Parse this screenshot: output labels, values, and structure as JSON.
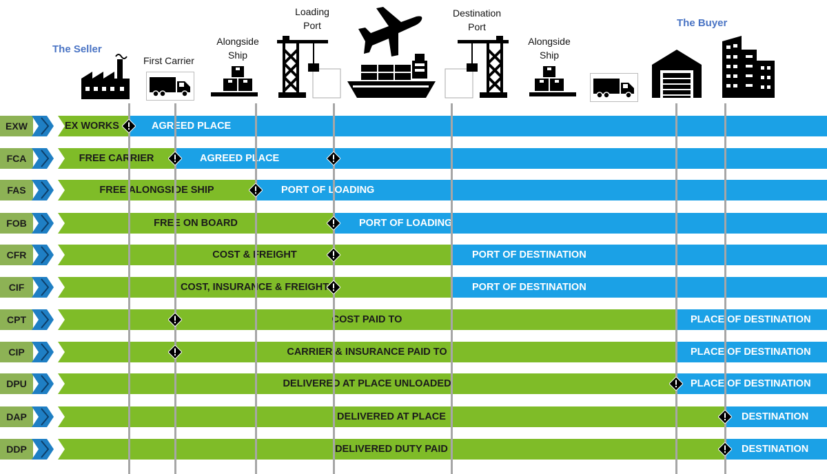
{
  "header": {
    "seller": "The Seller",
    "first_carrier": "First Carrier",
    "alongside_ship_origin": [
      "Alongside",
      "Ship"
    ],
    "loading_port": [
      "Loading",
      "Port"
    ],
    "destination_port": [
      "Destination",
      "Port"
    ],
    "alongside_ship_dest": [
      "Alongside",
      "Ship"
    ],
    "buyer": "The Buyer"
  },
  "icons": [
    "factory-icon",
    "truck-icon",
    "cargo-boxes-icon",
    "port-crane-icon",
    "airplane-icon",
    "cargo-ship-icon",
    "port-crane-icon",
    "cargo-boxes-icon",
    "truck-icon",
    "warehouse-icon",
    "office-building-icon"
  ],
  "colors": {
    "seller_segment": "#7fbc28",
    "buyer_segment": "#1ba1e6",
    "code_box": "#8db255",
    "chevron": "#1f7fc4",
    "party_label": "#4a74c4"
  },
  "rows": [
    {
      "code": "EXW",
      "green": "EX WORKS",
      "blue": "AGREED PLACE"
    },
    {
      "code": "FCA",
      "green": "FREE CARRIER",
      "blue": "AGREED PLACE"
    },
    {
      "code": "FAS",
      "green": "FREE ALONGSIDE SHIP",
      "blue": "PORT OF LOADING"
    },
    {
      "code": "FOB",
      "green": "FREE  ON BOARD",
      "blue": "PORT OF LOADING"
    },
    {
      "code": "CFR",
      "green": "COST & FREIGHT",
      "blue": "PORT OF DESTINATION"
    },
    {
      "code": "CIF",
      "green": "COST, INSURANCE & FREIGHT",
      "blue": "PORT OF DESTINATION"
    },
    {
      "code": "CPT",
      "green": "COST PAID TO",
      "blue": "PLACE OF DESTINATION"
    },
    {
      "code": "CIP",
      "green": "CARRIER & INSURANCE PAID TO",
      "blue": "PLACE OF DESTINATION"
    },
    {
      "code": "DPU",
      "green": "DELIVERED AT PLACE UNLOADED",
      "blue": "PLACE OF DESTINATION"
    },
    {
      "code": "DAP",
      "green": "DELIVERED AT PLACE",
      "blue": "DESTINATION"
    },
    {
      "code": "DDP",
      "green": "DELIVERED DUTY PAID",
      "blue": "DESTINATION"
    }
  ]
}
